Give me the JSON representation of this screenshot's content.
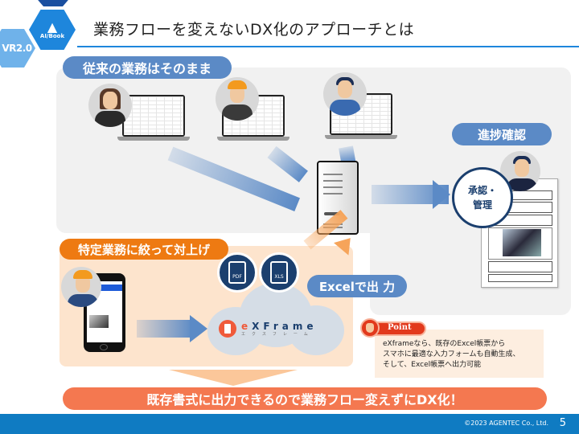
{
  "header": {
    "title": "業務フローを変えないDX化のアプローチとは",
    "logo_text": "AI/Book",
    "version_badge": "VR2.0"
  },
  "sections": {
    "traditional_label": "従来の業務はそのまま",
    "progress_label": "進捗確認",
    "approval_label_line1": "承認・",
    "approval_label_line2": "管理",
    "specific_label": "特定業務に絞って対上げ",
    "excel_output_label": "Excelで出 力"
  },
  "file_icons": [
    {
      "name": "pdf-file-icon",
      "text": "PDF"
    },
    {
      "name": "xls-file-icon",
      "text": "XLS"
    }
  ],
  "exframe": {
    "name_e": "e",
    "name_rest": "XFrame",
    "kana": "エクスフレーム"
  },
  "point": {
    "badge": "Point",
    "lines": [
      "eXframeなら、既存のExcel帳票から",
      "スマホに最適な入力フォームも自動生成、",
      "そして、Excel帳票へ出力可能"
    ]
  },
  "conclusion": "既存書式に出力できるので業務フロー変えずにDX化！",
  "footer": {
    "copyright": "©2023 AGENTEC Co., Ltd.",
    "page_number": "5"
  },
  "colors": {
    "brand_blue": "#1e86dc",
    "pill_blue": "#5b8ac6",
    "pill_orange": "#ee7a12",
    "conclusion_red": "#f47850",
    "navy": "#1b3f6e",
    "footer_blue": "#0f7bc2"
  }
}
